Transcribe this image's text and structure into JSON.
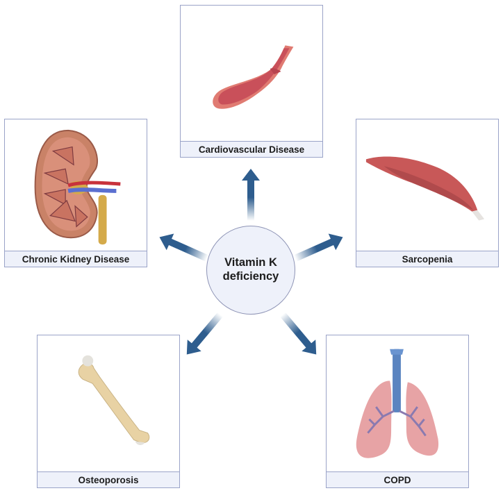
{
  "center": {
    "line1": "Vitamin K",
    "line2": "deficiency"
  },
  "panels": [
    {
      "id": "cardio",
      "label": "Cardiovascular Disease",
      "icon": "blood-vessel-icon"
    },
    {
      "id": "ckd",
      "label": "Chronic Kidney Disease",
      "icon": "kidney-icon"
    },
    {
      "id": "sarc",
      "label": "Sarcopenia",
      "icon": "muscle-icon"
    },
    {
      "id": "osteo",
      "label": "Osteoporosis",
      "icon": "femur-bone-icon"
    },
    {
      "id": "copd",
      "label": "COPD",
      "icon": "lungs-icon"
    }
  ],
  "colors": {
    "arrow": "#2e5d8e",
    "panel_border": "#9aa3c8",
    "label_bg": "#eef1fa",
    "hub_fill": "#eef1fa"
  }
}
